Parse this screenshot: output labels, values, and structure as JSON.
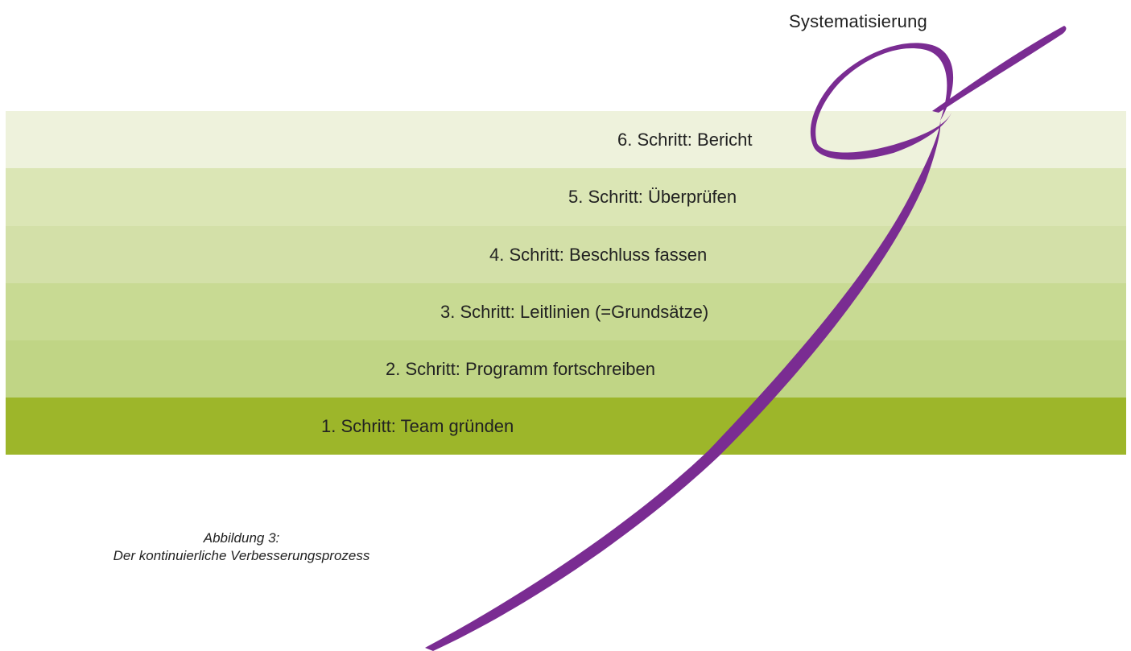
{
  "header": {
    "label": "Systematisierung"
  },
  "steps": [
    {
      "label": "6. Schritt: Bericht"
    },
    {
      "label": "5. Schritt: Überprüfen"
    },
    {
      "label": "4. Schritt: Beschluss fassen"
    },
    {
      "label": "3. Schritt: Leitlinien (=Grundsätze)"
    },
    {
      "label": "2. Schritt: Programm fortschreiben"
    },
    {
      "label": "1. Schritt: Team gründen"
    }
  ],
  "caption": {
    "line1": "Abbildung 3:",
    "line2": "Der kontinuierliche Verbesserungsprozess"
  },
  "colors": {
    "swirl": "#7a2c92",
    "band_6": "#eef2dc",
    "band_5": "#dbe6b5",
    "band_4": "#d3e0a8",
    "band_3": "#c8da93",
    "band_2": "#c0d585",
    "band_1": "#9db62a"
  }
}
